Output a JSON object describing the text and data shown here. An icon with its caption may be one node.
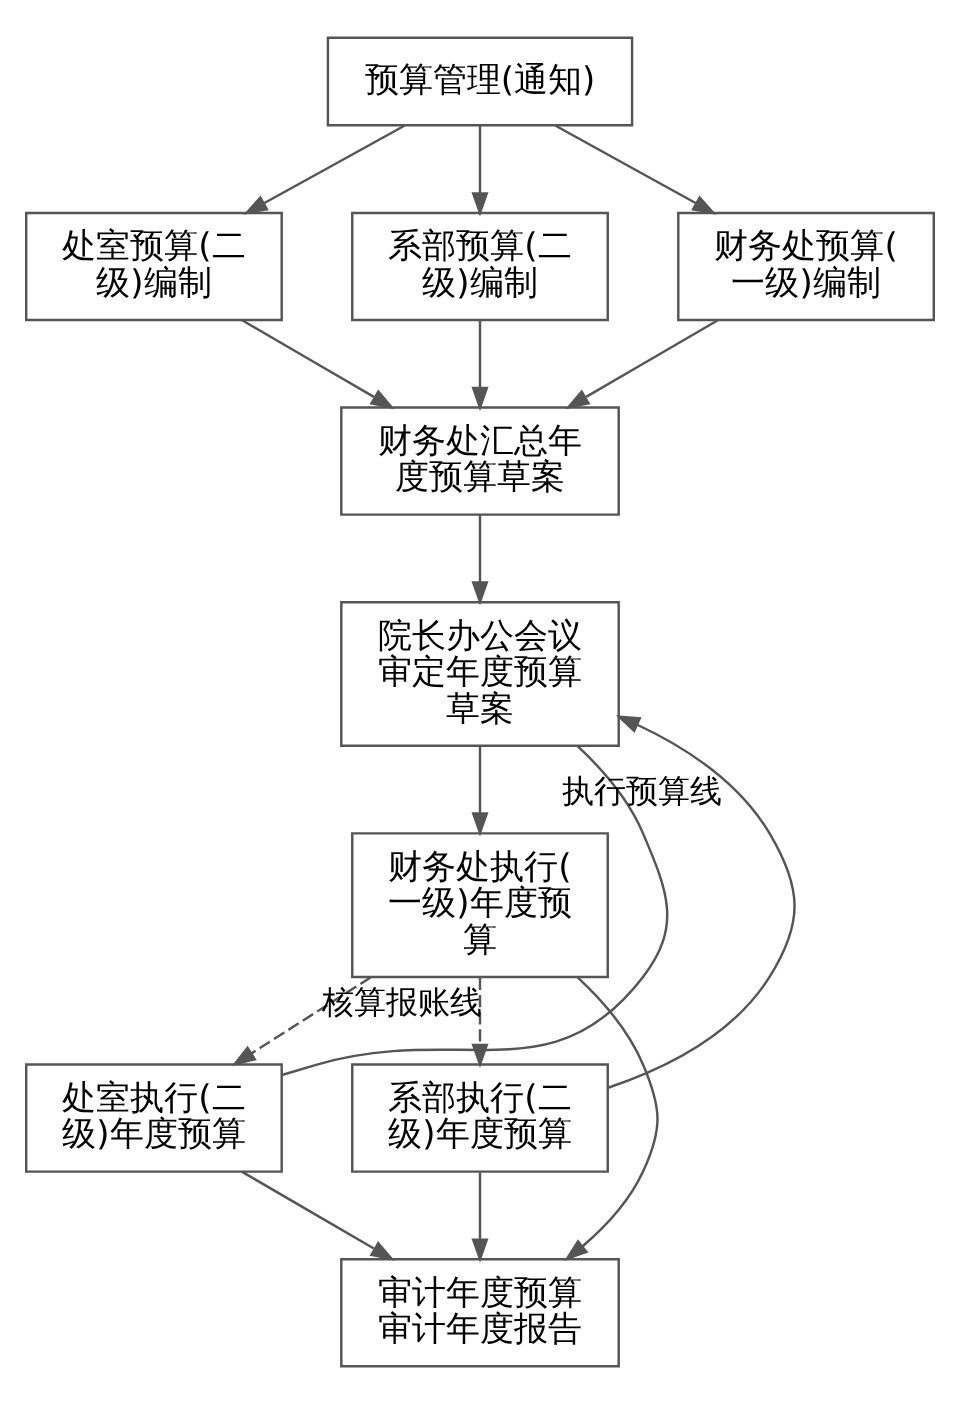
{
  "diagram": {
    "nodes": [
      {
        "text": [
          "预算管理(通知)"
        ]
      },
      {
        "text": [
          "处室预算(二级)编制"
        ]
      },
      {
        "text": [
          "系部预算(二级)编制"
        ]
      },
      {
        "text": [
          "财务处预算(一级)编制"
        ]
      },
      {
        "text": [
          "财务处汇总年度预算草案"
        ]
      },
      {
        "text": [
          "院长办公会议审定年度预算草案"
        ]
      },
      {
        "text": [
          "财务处执行(一级)年度预算"
        ]
      },
      {
        "text": [
          "处室执行(二级)年度预算"
        ]
      },
      {
        "text": [
          "系部执行(二级)年度预算"
        ]
      },
      {
        "text": [
          "审计年度预算",
          "审计年度报告"
        ]
      }
    ],
    "edges": [
      {
        "from": 0,
        "to": 1,
        "arrow": "to"
      },
      {
        "from": 0,
        "to": 2,
        "arrow": "to"
      },
      {
        "from": 0,
        "to": 3,
        "arrow": "to"
      },
      {
        "from": 1,
        "to": 4,
        "arrow": "to"
      },
      {
        "from": 2,
        "to": 4,
        "arrow": "to"
      },
      {
        "from": 3,
        "to": 4,
        "arrow": "to"
      },
      {
        "from": 4,
        "to": 5,
        "arrow": "to"
      },
      {
        "from": 5,
        "to": 6,
        "arrow": "to"
      },
      {
        "from": 6,
        "to": 7,
        "arrow": "to",
        "style": "dashed"
      },
      {
        "from": 6,
        "to": 8,
        "arrow": "to",
        "style": "dashed",
        "label": "核算报账线"
      },
      {
        "from": 6,
        "to": 9,
        "arrow": "to"
      },
      {
        "from": 7,
        "to": 5,
        "arrow": "none"
      },
      {
        "from": 8,
        "to": 5,
        "arrow": "to",
        "label": "执行预算线"
      },
      {
        "from": 7,
        "to": 9,
        "arrow": "to"
      },
      {
        "from": 8,
        "to": 9,
        "arrow": "to"
      }
    ]
  }
}
